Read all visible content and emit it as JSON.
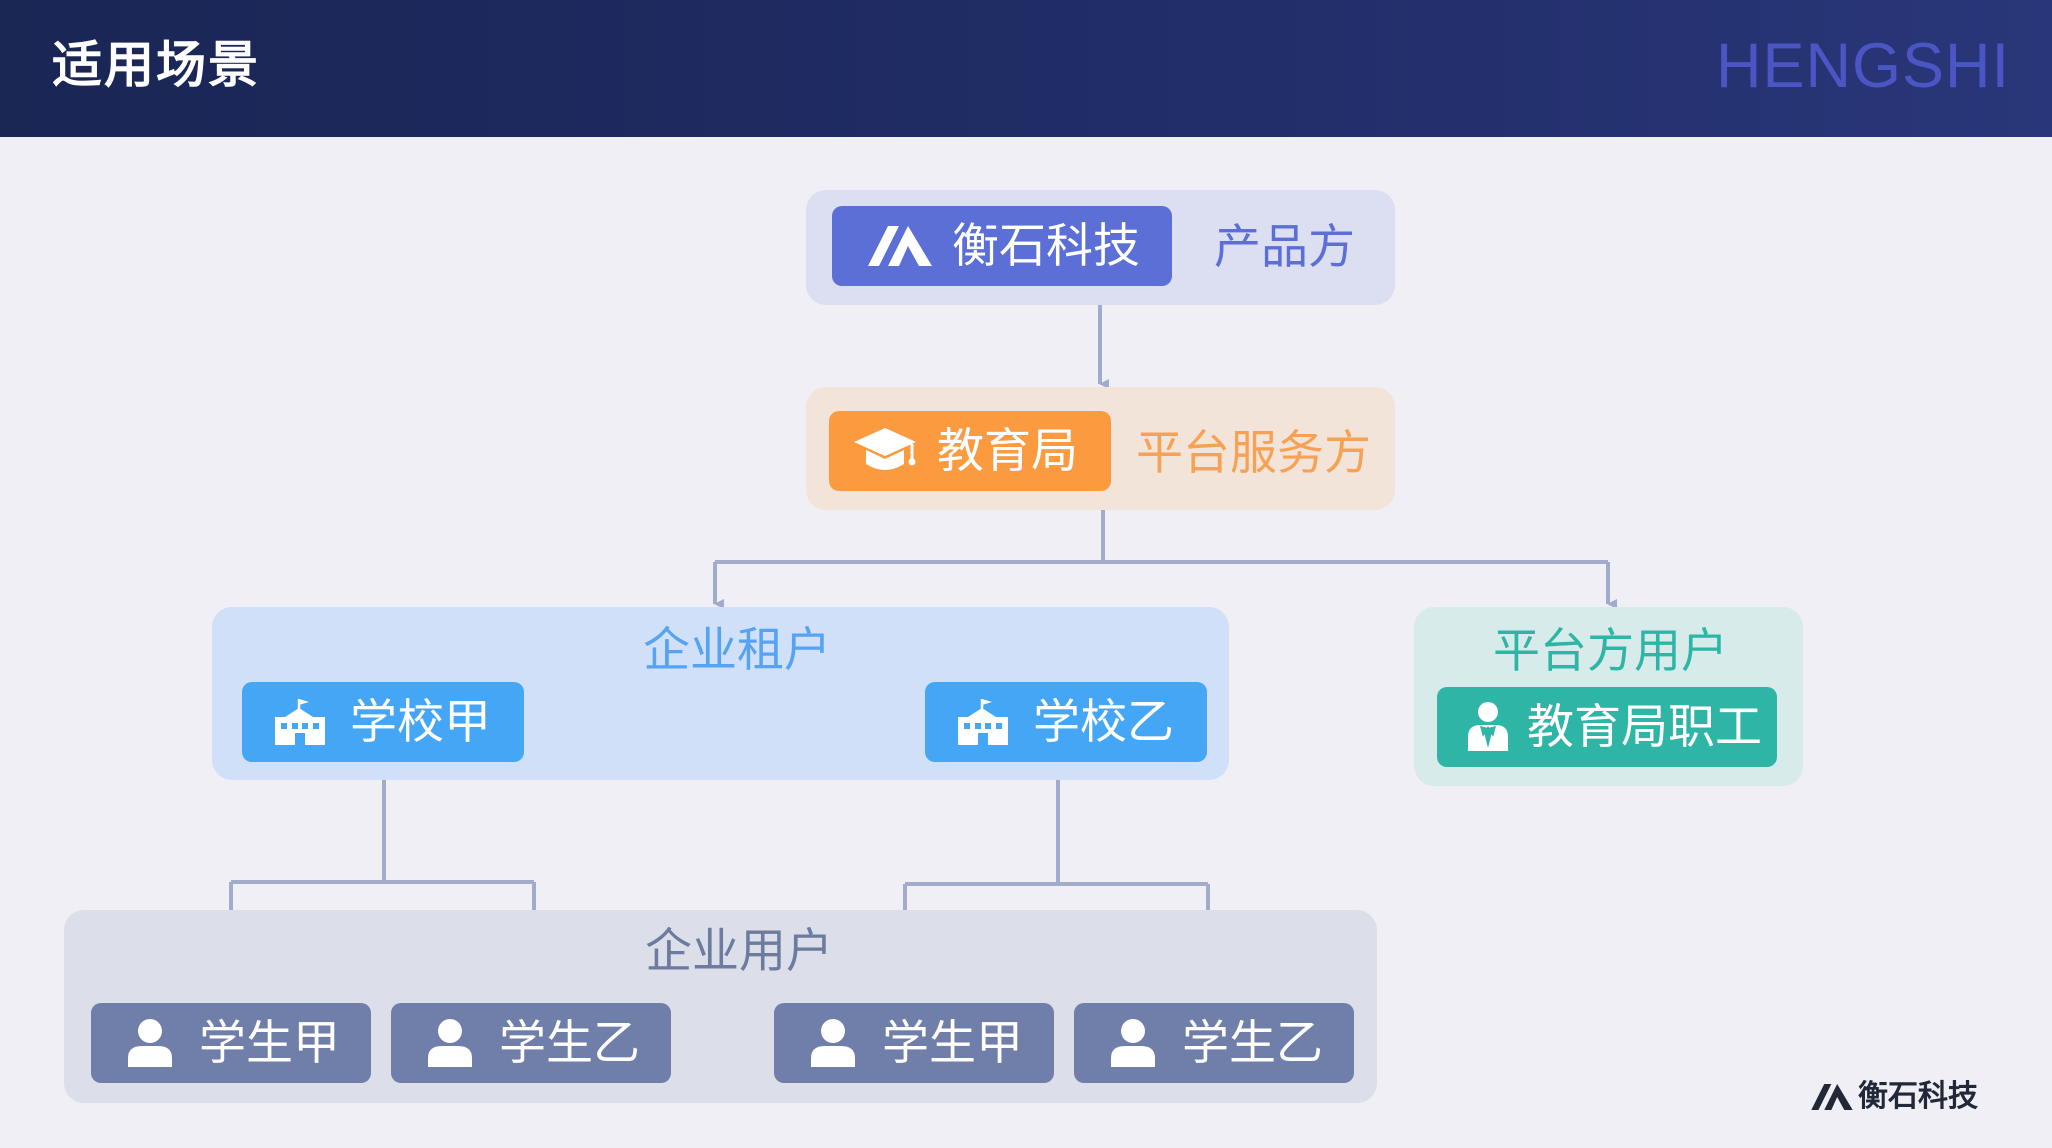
{
  "header": {
    "title": "适用场景",
    "brand": "HENGSHI"
  },
  "tier1": {
    "chip_label": "衡石科技",
    "role_label": "产品方"
  },
  "tier2": {
    "chip_label": "教育局",
    "role_label": "平台服务方"
  },
  "tenant_group": {
    "title": "企业租户",
    "schools": [
      "学校甲",
      "学校乙"
    ]
  },
  "platform_group": {
    "title": "平台方用户",
    "chip_label": "教育局职工"
  },
  "users_group": {
    "title": "企业用户",
    "students": [
      "学生甲",
      "学生乙",
      "学生甲",
      "学生乙"
    ]
  },
  "footer": {
    "logo_text": "衡石科技"
  },
  "icons": {
    "brand": "hengshi-logo-icon",
    "education": "graduation-cap-icon",
    "school": "school-building-icon",
    "staff": "staff-person-icon",
    "student": "user-icon"
  },
  "colors": {
    "header_bg": "#1f2b63",
    "brand_text": "#4b56c4",
    "product_chip": "#5b6fd6",
    "service_chip": "#fb9a3e",
    "school_chip": "#44a6f4",
    "staff_chip": "#2eb5a6",
    "student_chip": "#6f7faa",
    "connector": "#a3abcd"
  }
}
